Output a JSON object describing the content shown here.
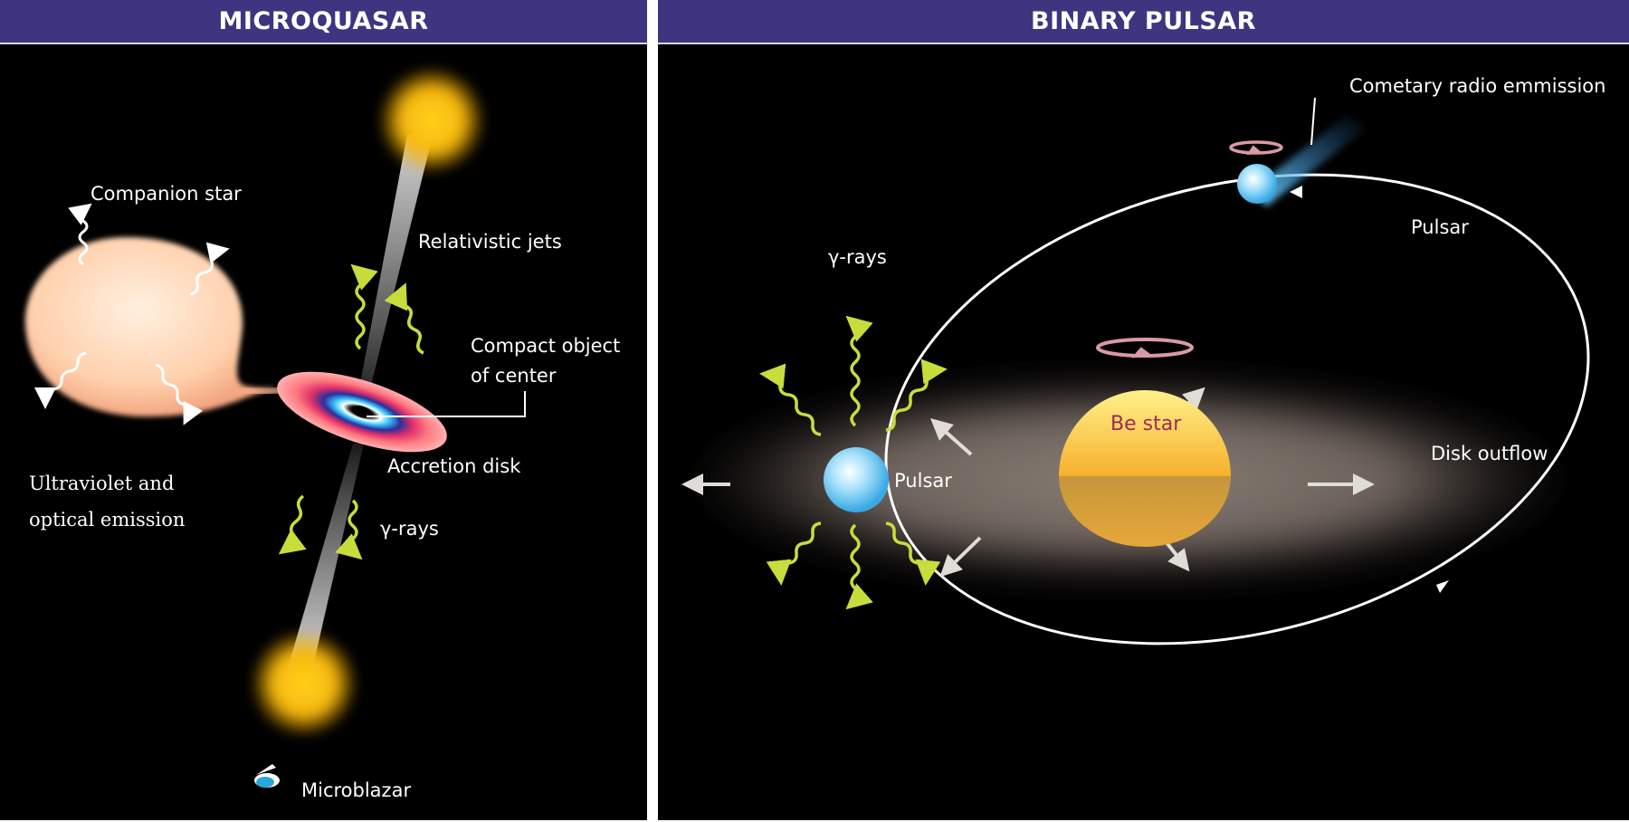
{
  "microquasar": {
    "title": "MICROQUASAR",
    "labels": {
      "companion_star": "Companion star",
      "relativistic_jets": "Relativistic jets",
      "compact_object_line1": "Compact object",
      "compact_object_line2": "of center",
      "accretion_disk": "Accretion disk",
      "uv_line1": "Ultraviolet and",
      "uv_line2": "optical emission",
      "gamma_rays": "γ-rays",
      "microblazar": "Microblazar"
    }
  },
  "binary_pulsar": {
    "title": "BINARY PULSAR",
    "labels": {
      "cometary": "Cometary radio emmission",
      "pulsar_top": "Pulsar",
      "gamma_rays": "γ-rays",
      "be_star": "Be star",
      "pulsar_left": "Pulsar",
      "disk_outflow": "Disk outflow"
    }
  },
  "colors": {
    "header": "#3d357f",
    "gamma_arrow": "#c8dc3c",
    "uv_arrow": "#ffffff",
    "companion_star": "#ffd9b8",
    "be_star": "#f7b83a",
    "pulsar": "#7fd3f5"
  }
}
